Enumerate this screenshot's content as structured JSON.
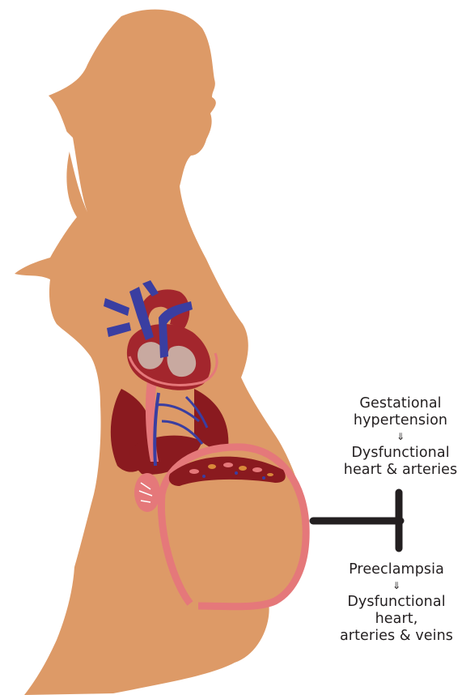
{
  "gestational": {
    "line1": "Gestational",
    "line2": "hypertension",
    "arrow": "⇓",
    "result1": "Dysfunctional",
    "result2": "heart & arteries"
  },
  "preeclampsia": {
    "line1": "Preeclampsia",
    "arrow": "⇓",
    "result1": "Dysfunctional",
    "result2": "heart,",
    "result3": "arteries & veins"
  },
  "colors": {
    "skin": "#dd9a67",
    "artery_dark": "#8a1a1f",
    "artery_mid": "#a3262d",
    "vein_blue": "#3a3ea1",
    "uterus_wall": "#e5787a",
    "bracket": "#231f20"
  }
}
